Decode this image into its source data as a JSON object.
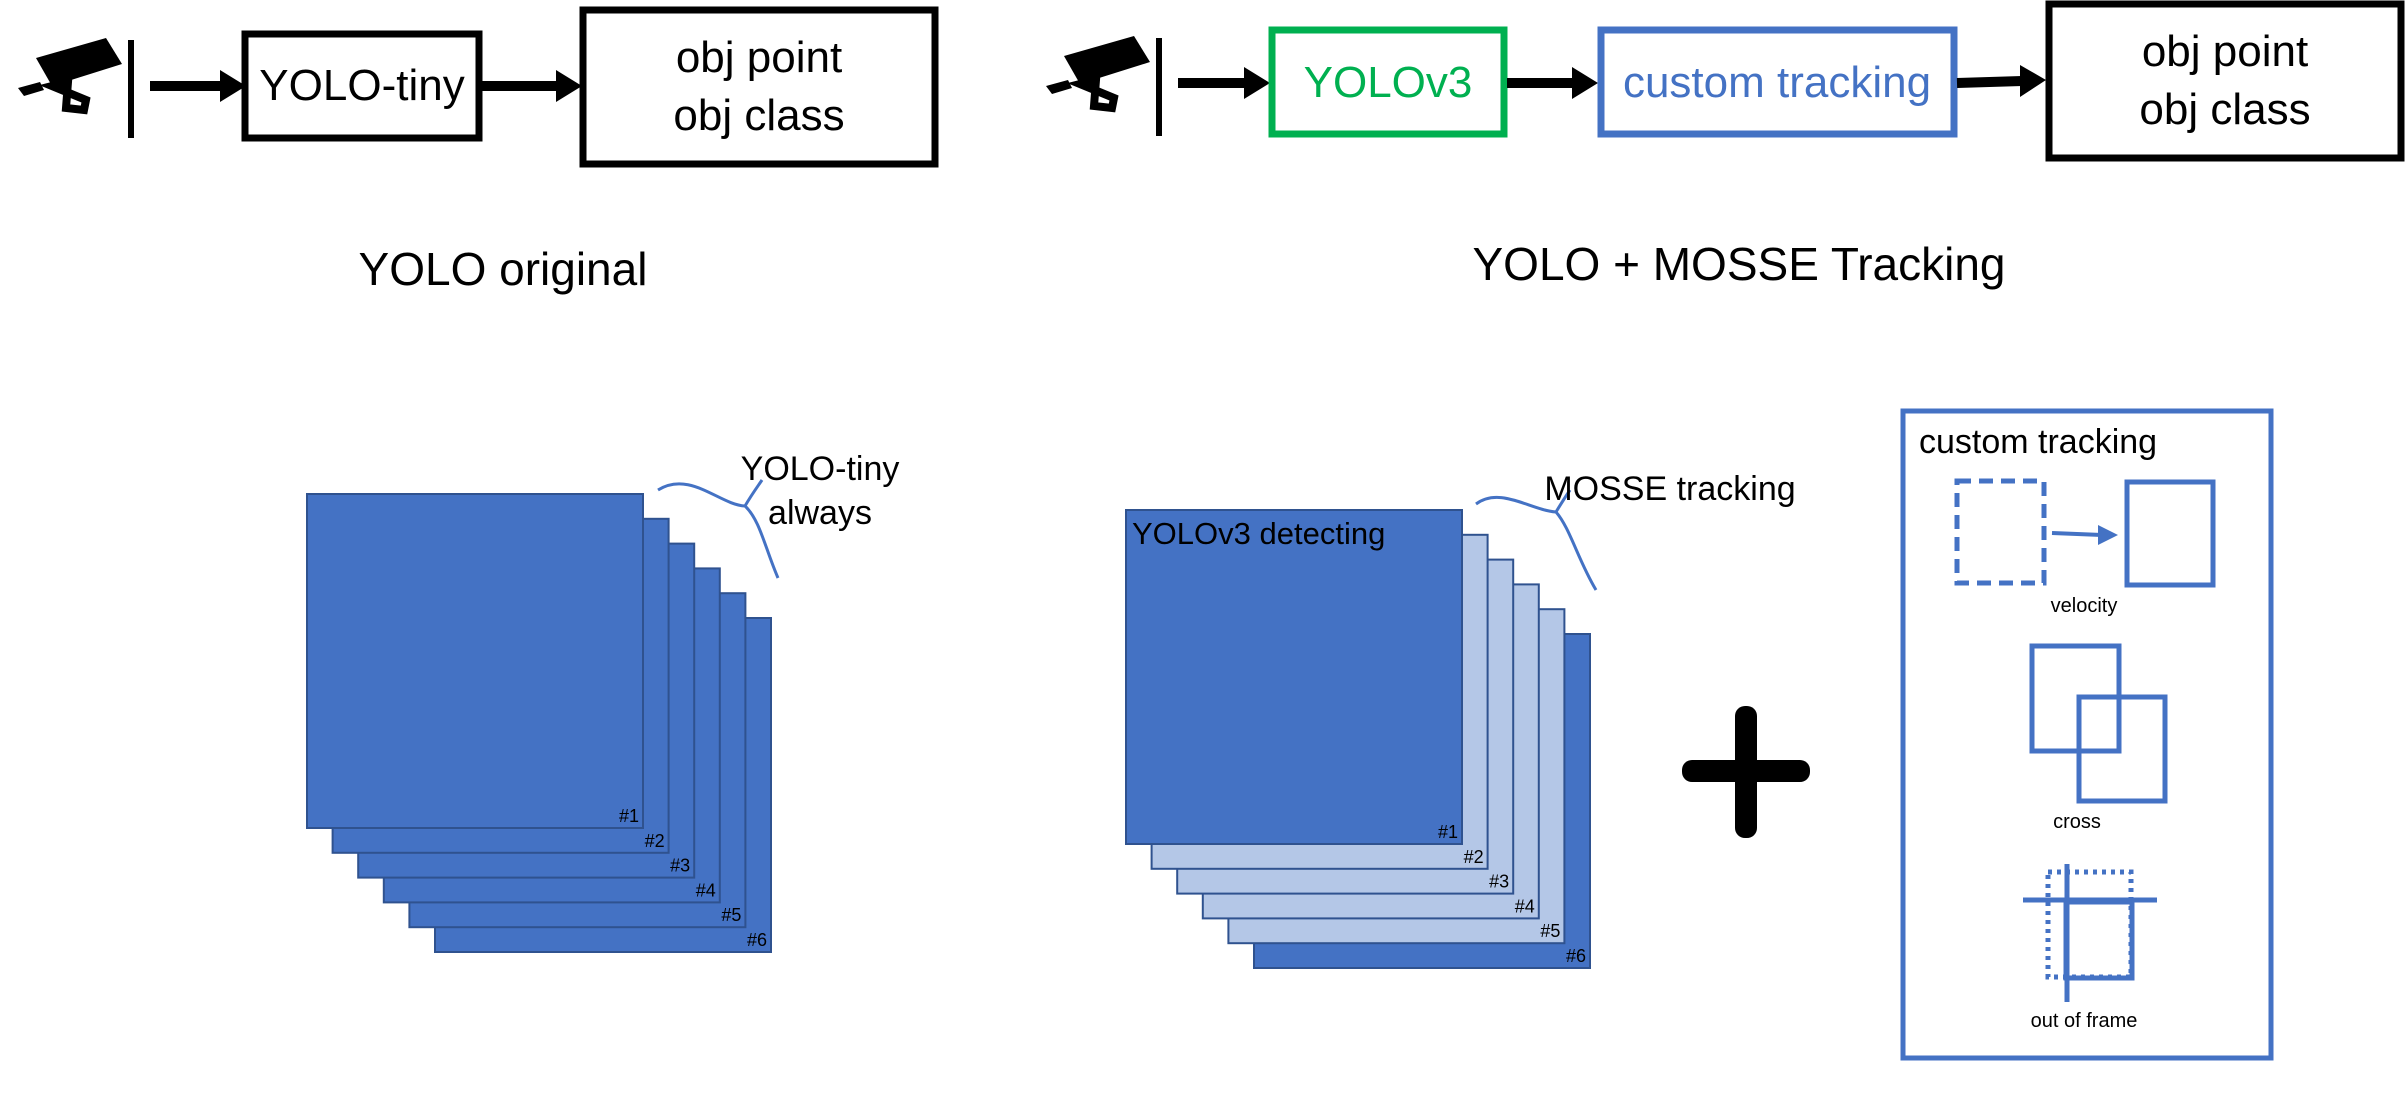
{
  "colors": {
    "black": "#000000",
    "blue": "#4472c4",
    "green": "#00b050",
    "light_blue": "#b4c7e7",
    "frame_border": "#2f528f"
  },
  "pipeline_left": {
    "icon": "security-camera-icon",
    "detector_label": "YOLO-tiny",
    "output_line1": "obj point",
    "output_line2": "obj class",
    "caption": "YOLO original"
  },
  "pipeline_right": {
    "icon": "security-camera-icon",
    "detector_label": "YOLOv3",
    "tracker_label": "custom tracking",
    "output_line1": "obj point",
    "output_line2": "obj class",
    "caption": "YOLO + MOSSE Tracking"
  },
  "stack_left": {
    "annotation_line1": "YOLO-tiny",
    "annotation_line2": "always",
    "frames": [
      {
        "label": "#1",
        "mode": "yolo"
      },
      {
        "label": "#2",
        "mode": "yolo"
      },
      {
        "label": "#3",
        "mode": "yolo"
      },
      {
        "label": "#4",
        "mode": "yolo"
      },
      {
        "label": "#5",
        "mode": "yolo"
      },
      {
        "label": "#6",
        "mode": "yolo"
      }
    ]
  },
  "stack_right": {
    "front_label": "YOLOv3 detecting",
    "annotation": "MOSSE tracking",
    "frames": [
      {
        "label": "#1",
        "mode": "yolo"
      },
      {
        "label": "#2",
        "mode": "mosse"
      },
      {
        "label": "#3",
        "mode": "mosse"
      },
      {
        "label": "#4",
        "mode": "mosse"
      },
      {
        "label": "#5",
        "mode": "mosse"
      },
      {
        "label": "#6",
        "mode": "yolo"
      }
    ]
  },
  "plus_symbol": "plus-icon",
  "custom_tracking_panel": {
    "title": "custom tracking",
    "cases": [
      {
        "label": "velocity",
        "icon": "velocity-icon"
      },
      {
        "label": "cross",
        "icon": "cross-overlap-icon"
      },
      {
        "label": "out of frame",
        "icon": "out-of-frame-icon"
      }
    ]
  }
}
